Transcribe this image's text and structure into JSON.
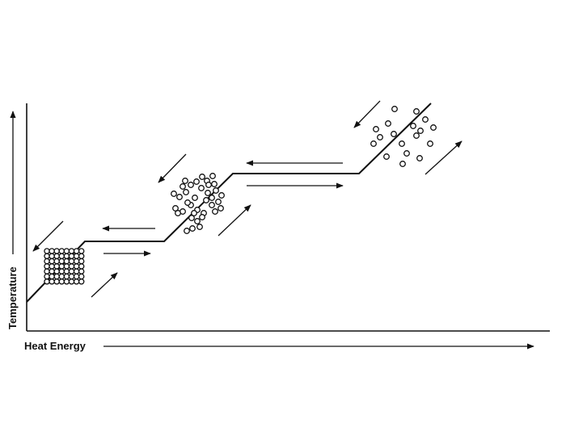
{
  "diagram": {
    "xlabel": "Heat Energy",
    "ylabel": "Temperature",
    "stroke_color": "#111111",
    "background_color": "#ffffff",
    "phases": [
      {
        "state": "solid",
        "particle_icon": "packed-particles-icon"
      },
      {
        "state": "liquid",
        "particle_icon": "clustered-particles-icon"
      },
      {
        "state": "gas",
        "particle_icon": "scattered-particles-icon"
      }
    ]
  }
}
